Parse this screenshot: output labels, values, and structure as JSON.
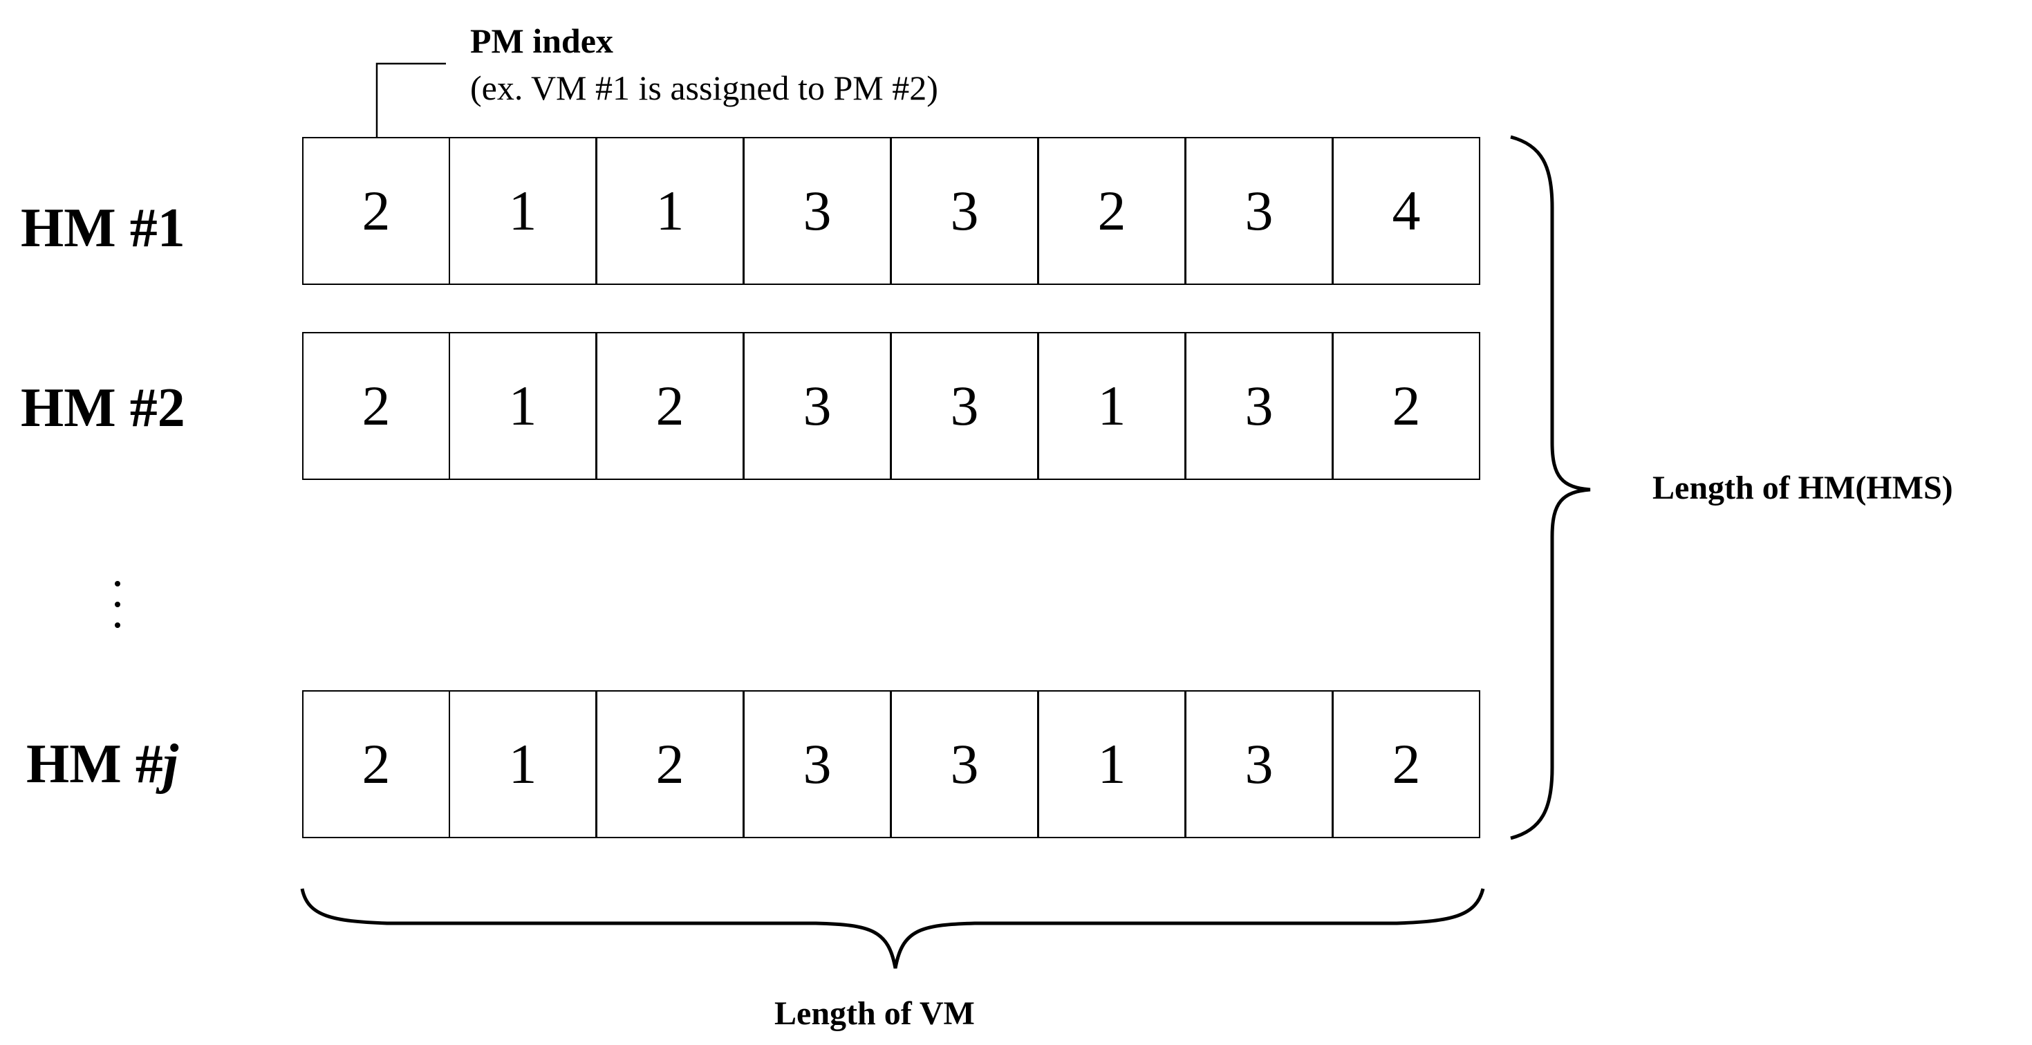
{
  "annotation": {
    "title": "PM index",
    "description": "(ex. VM #1 is assigned to PM #2)"
  },
  "rows": [
    {
      "prefix": "HM #",
      "index": "1",
      "values": [
        "2",
        "1",
        "1",
        "3",
        "3",
        "2",
        "3",
        "4"
      ]
    },
    {
      "prefix": "HM #",
      "index": "2",
      "values": [
        "2",
        "1",
        "2",
        "3",
        "3",
        "1",
        "3",
        "2"
      ]
    },
    {
      "prefix": "HM #",
      "index": "j",
      "values": [
        "2",
        "1",
        "2",
        "3",
        "3",
        "1",
        "3",
        "2"
      ]
    }
  ],
  "brace_right_label": "Length of HM(HMS)",
  "brace_bottom_label": "Length of VM"
}
